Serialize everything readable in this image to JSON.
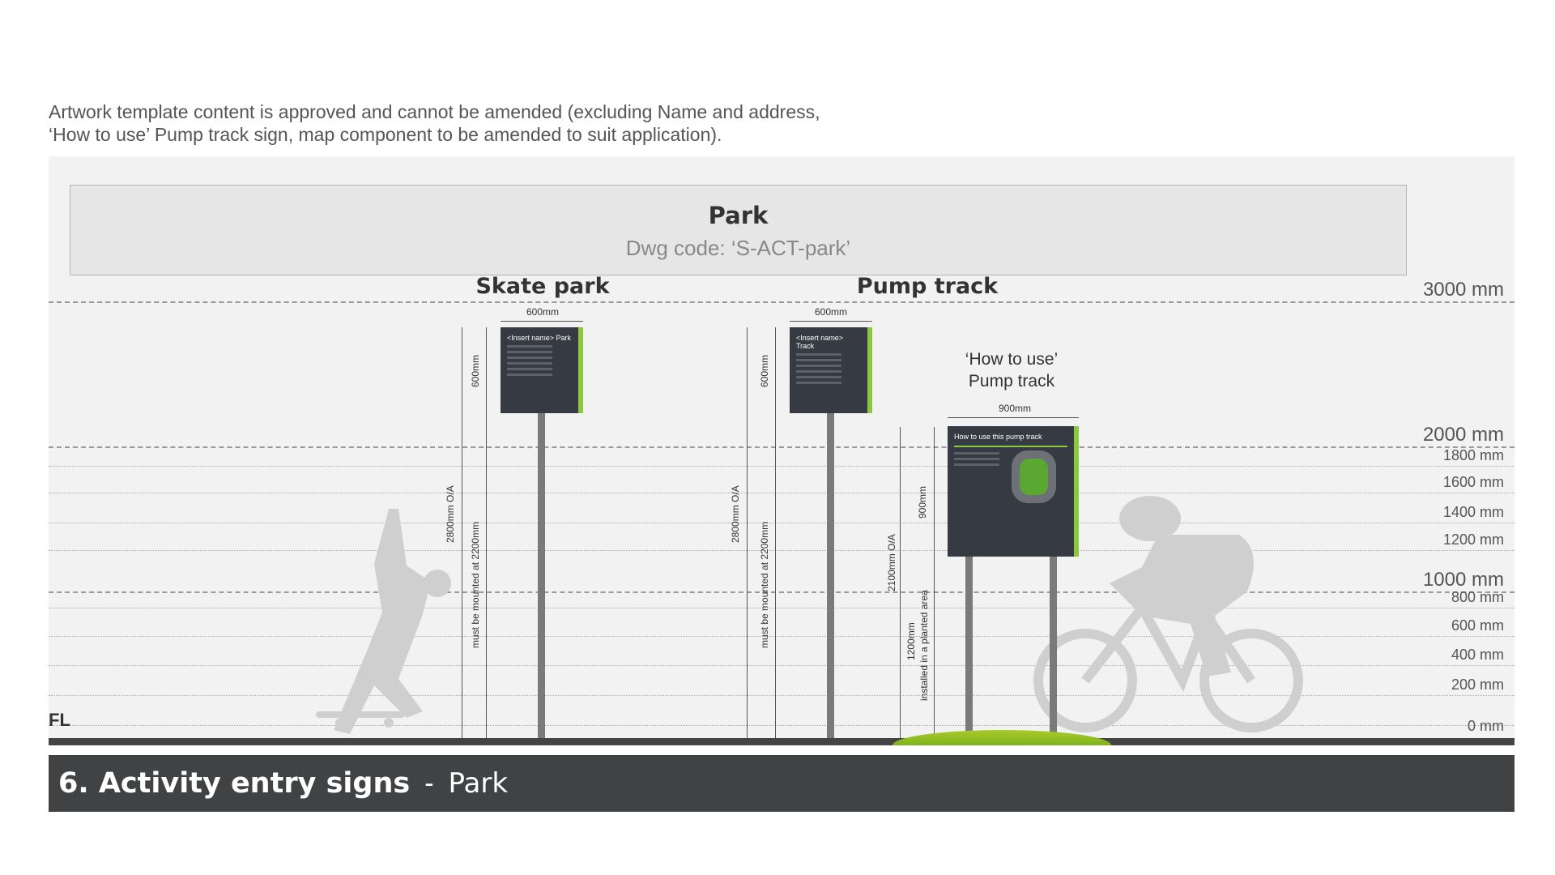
{
  "intro": {
    "line1": "Artwork template content is approved and cannot be amended (excluding Name and address,",
    "line2": "‘How to use’ Pump track sign, map component to be amended to suit application)."
  },
  "header": {
    "title": "Park",
    "dwg_code": "Dwg code: ‘S-ACT-park’"
  },
  "sections": {
    "skate": "Skate park",
    "pump": "Pump track",
    "howto1": "‘How to use’",
    "howto2": "Pump track"
  },
  "levels": [
    "3000 mm",
    "2000 mm",
    "1800 mm",
    "1600 mm",
    "1400 mm",
    "1200 mm",
    "1000 mm",
    "800 mm",
    "600 mm",
    "400 mm",
    "200 mm",
    "0 mm"
  ],
  "fl": "FL",
  "dims": {
    "w600": "600mm",
    "w900": "900mm",
    "h600": "600mm",
    "h900": "900mm",
    "oa2800": "2800mm O/A",
    "mount2200": "must be mounted at 2200mm",
    "oa2100": "2100mm O/A",
    "planted1200": "1200mm",
    "planted_note": "installed in a planted area"
  },
  "signs": {
    "skate": "<Insert name> Park",
    "pump": "<Insert name> Track",
    "howto": "How to use this pump track"
  },
  "banner": {
    "number": "6.  Activity entry signs",
    "dash": "-",
    "sub": "Park"
  },
  "colors": {
    "accent": "#8dc63f",
    "banner": "#414243"
  }
}
